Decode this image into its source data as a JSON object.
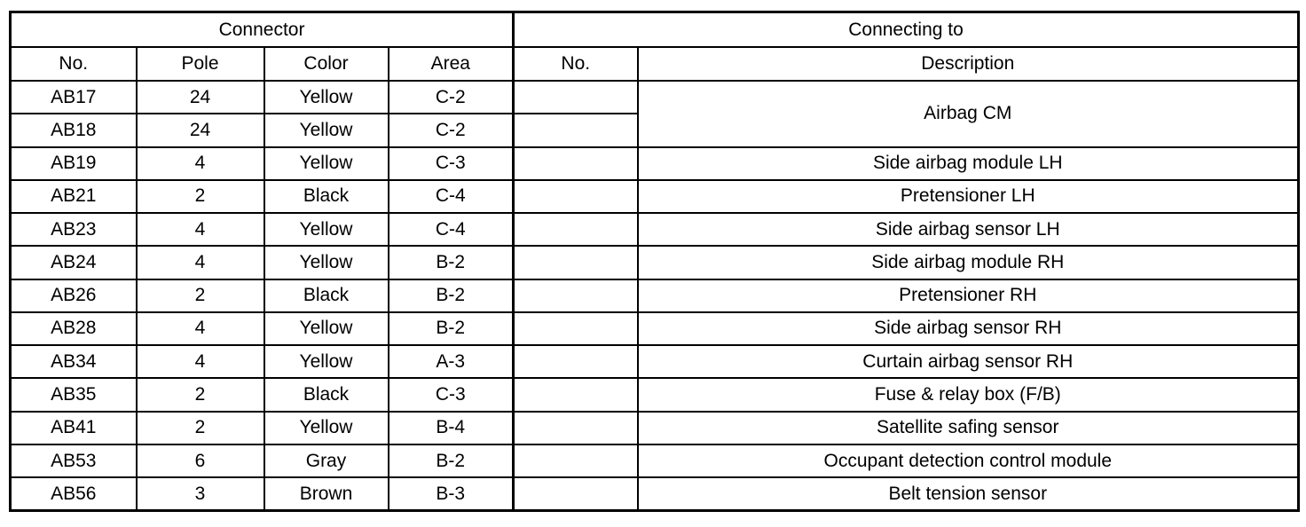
{
  "page": {
    "background_color": "#ffffff",
    "line_color": "#000000",
    "text_color": "#000000"
  },
  "table": {
    "section_headers": {
      "connector": "Connector",
      "connecting_to": "Connecting to"
    },
    "column_headers": {
      "no": "No.",
      "pole": "Pole",
      "color": "Color",
      "area": "Area",
      "connecting_no": "No.",
      "description": "Description"
    },
    "merged_cells": [
      {
        "description": "Airbag CM",
        "spans_rows": [
          "AB17",
          "AB18"
        ]
      }
    ],
    "rows": [
      {
        "no": "AB17",
        "pole": "24",
        "color": "Yellow",
        "area": "C-2",
        "connecting_no": "",
        "description": "Airbag CM"
      },
      {
        "no": "AB18",
        "pole": "24",
        "color": "Yellow",
        "area": "C-2",
        "connecting_no": "",
        "description": ""
      },
      {
        "no": "AB19",
        "pole": "4",
        "color": "Yellow",
        "area": "C-3",
        "connecting_no": "",
        "description": "Side airbag module LH"
      },
      {
        "no": "AB21",
        "pole": "2",
        "color": "Black",
        "area": "C-4",
        "connecting_no": "",
        "description": "Pretensioner LH"
      },
      {
        "no": "AB23",
        "pole": "4",
        "color": "Yellow",
        "area": "C-4",
        "connecting_no": "",
        "description": "Side airbag sensor LH"
      },
      {
        "no": "AB24",
        "pole": "4",
        "color": "Yellow",
        "area": "B-2",
        "connecting_no": "",
        "description": "Side airbag module RH"
      },
      {
        "no": "AB26",
        "pole": "2",
        "color": "Black",
        "area": "B-2",
        "connecting_no": "",
        "description": "Pretensioner RH"
      },
      {
        "no": "AB28",
        "pole": "4",
        "color": "Yellow",
        "area": "B-2",
        "connecting_no": "",
        "description": "Side airbag sensor RH"
      },
      {
        "no": "AB34",
        "pole": "4",
        "color": "Yellow",
        "area": "A-3",
        "connecting_no": "",
        "description": "Curtain airbag sensor RH"
      },
      {
        "no": "AB35",
        "pole": "2",
        "color": "Black",
        "area": "C-3",
        "connecting_no": "",
        "description": "Fuse & relay box (F/B)"
      },
      {
        "no": "AB41",
        "pole": "2",
        "color": "Yellow",
        "area": "B-4",
        "connecting_no": "",
        "description": "Satellite safing sensor"
      },
      {
        "no": "AB53",
        "pole": "6",
        "color": "Gray",
        "area": "B-2",
        "connecting_no": "",
        "description": "Occupant detection control module"
      },
      {
        "no": "AB56",
        "pole": "3",
        "color": "Brown",
        "area": "B-3",
        "connecting_no": "",
        "description": "Belt tension sensor"
      }
    ]
  }
}
